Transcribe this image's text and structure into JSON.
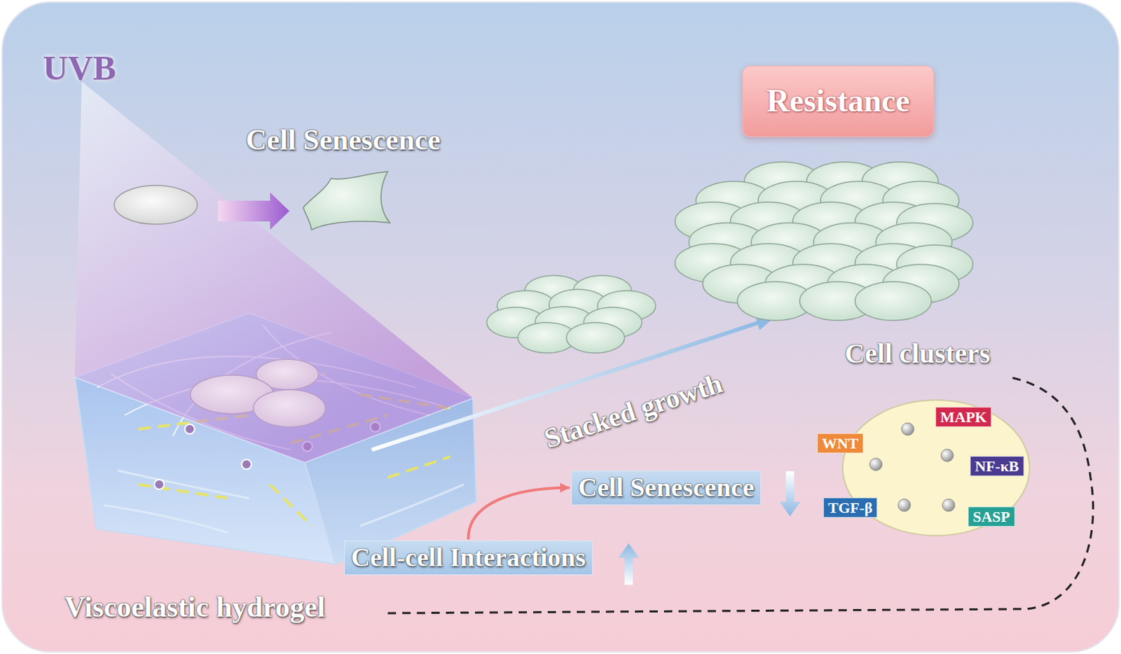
{
  "diagram": {
    "nodes": [
      {
        "text": [
          "Resistance"
        ]
      },
      {
        "text": [
          "MAPK"
        ]
      },
      {
        "text": [
          "WNT"
        ]
      },
      {
        "text": [
          "NF-κB"
        ]
      },
      {
        "text": [
          "Cell Senescence"
        ]
      },
      {
        "text": [
          "TGF-β"
        ]
      },
      {
        "text": [
          "SASP"
        ]
      },
      {
        "text": [
          "Cell-cell Interactions"
        ]
      }
    ],
    "edges": [
      {
        "from": 7,
        "to": 4,
        "arrow": "to"
      }
    ],
    "labels": [
      "UVB",
      "Cell Senescence",
      "Stacked growth",
      "Cell clusters",
      "Viscoelastic hydrogel"
    ]
  }
}
